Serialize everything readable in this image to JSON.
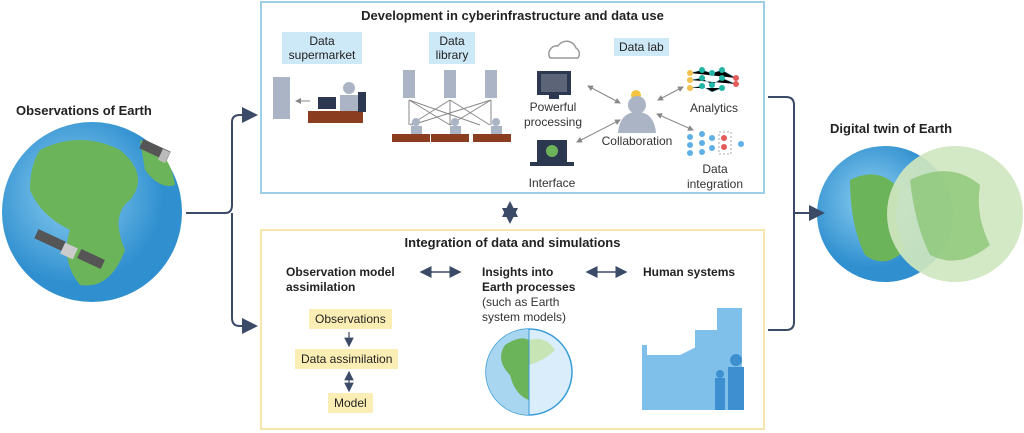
{
  "left": {
    "title": "Observations of Earth"
  },
  "right": {
    "title": "Digital twin of Earth"
  },
  "top_panel": {
    "title": "Development in cyberinfrastructure and data use",
    "data_supermarket": "Data supermarket",
    "data_library": "Data library",
    "data_lab": "Data lab",
    "powerful_processing": "Powerful processing",
    "interface": "Interface",
    "collaboration": "Collaboration",
    "analytics": "Analytics",
    "data_integration": "Data integration"
  },
  "bottom_panel": {
    "title": "Integration of data and simulations",
    "observation_model_assimilation": "Observation model assimilation",
    "insights_title": "Insights into Earth processes",
    "insights_sub": "(such as Earth system models)",
    "human_systems": "Human systems",
    "observations": "Observations",
    "data_assimilation": "Data assimilation",
    "model": "Model"
  },
  "colors": {
    "top_border": "#9fcfe8",
    "bottom_border": "#f6e6ae",
    "ocean": "#3a9bd5",
    "land": "#6cb45a",
    "arrow": "#3b4a66"
  }
}
